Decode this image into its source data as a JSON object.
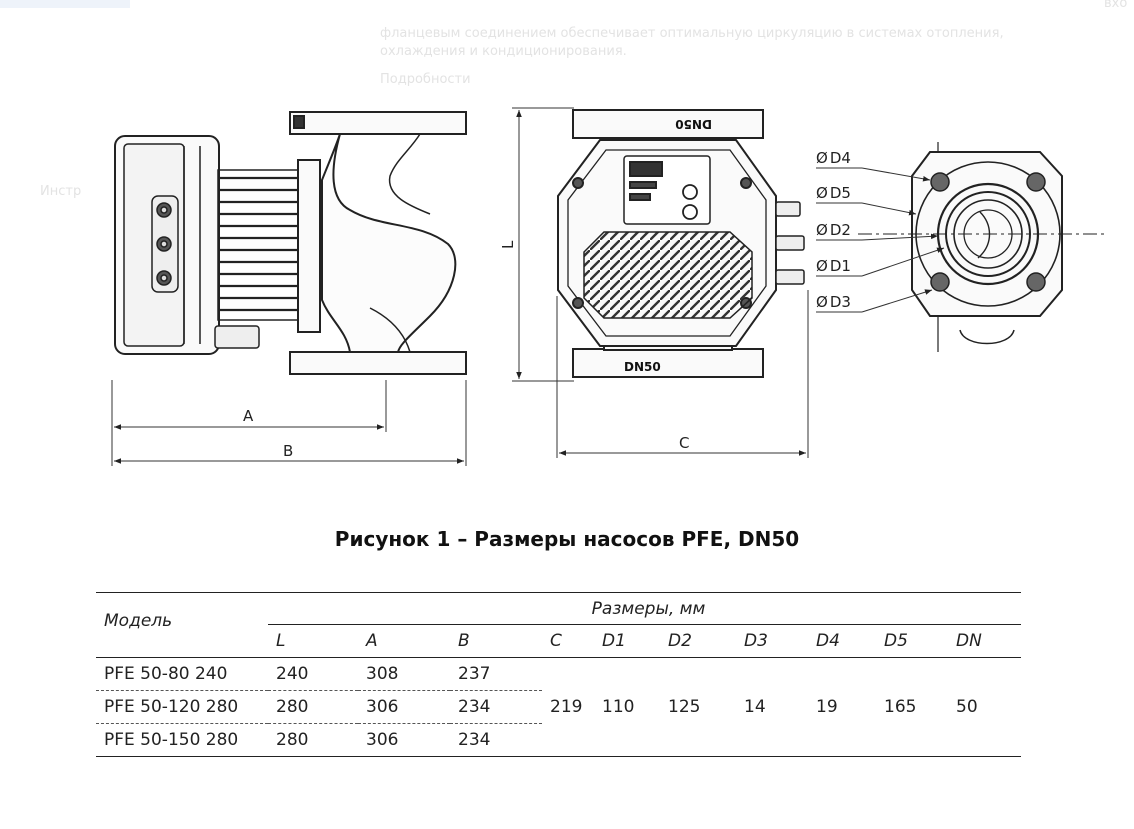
{
  "figure": {
    "caption": "Рисунок 1 – Размеры насосов PFE, DN50",
    "labels": {
      "A": "A",
      "B": "B",
      "C": "C",
      "L": "L",
      "D1": "D1",
      "D2": "D2",
      "D3": "D3",
      "D4": "D4",
      "D5": "D5",
      "flange_top": "DN50",
      "flange_bottom": "DN50",
      "diameter_symbol": "Ø"
    }
  },
  "table": {
    "model_header": "Модель",
    "group_header": "Размеры, мм",
    "columns": [
      "L",
      "A",
      "B",
      "C",
      "D1",
      "D2",
      "D3",
      "D4",
      "D5",
      "DN"
    ],
    "rows": [
      {
        "model": "PFE 50-80 240",
        "L": "240",
        "A": "308",
        "B": "237"
      },
      {
        "model": "PFE 50-120 280",
        "L": "280",
        "A": "306",
        "B": "234"
      },
      {
        "model": "PFE 50-150 280",
        "L": "280",
        "A": "306",
        "B": "234"
      }
    ],
    "shared": {
      "C": "219",
      "D1": "110",
      "D2": "125",
      "D3": "14",
      "D4": "19",
      "D5": "165",
      "DN": "50"
    }
  },
  "background": {
    "line1": "фланцевым соединением обеспечивает оптимальную циркуляцию в системах отопления,",
    "line2": "охлаждения и кондиционирования.",
    "link": "Подробности",
    "side": "Инстр",
    "corner": "вхо"
  },
  "colors": {
    "ink": "#1a1a1a",
    "ghost": "#e3e3e3"
  }
}
